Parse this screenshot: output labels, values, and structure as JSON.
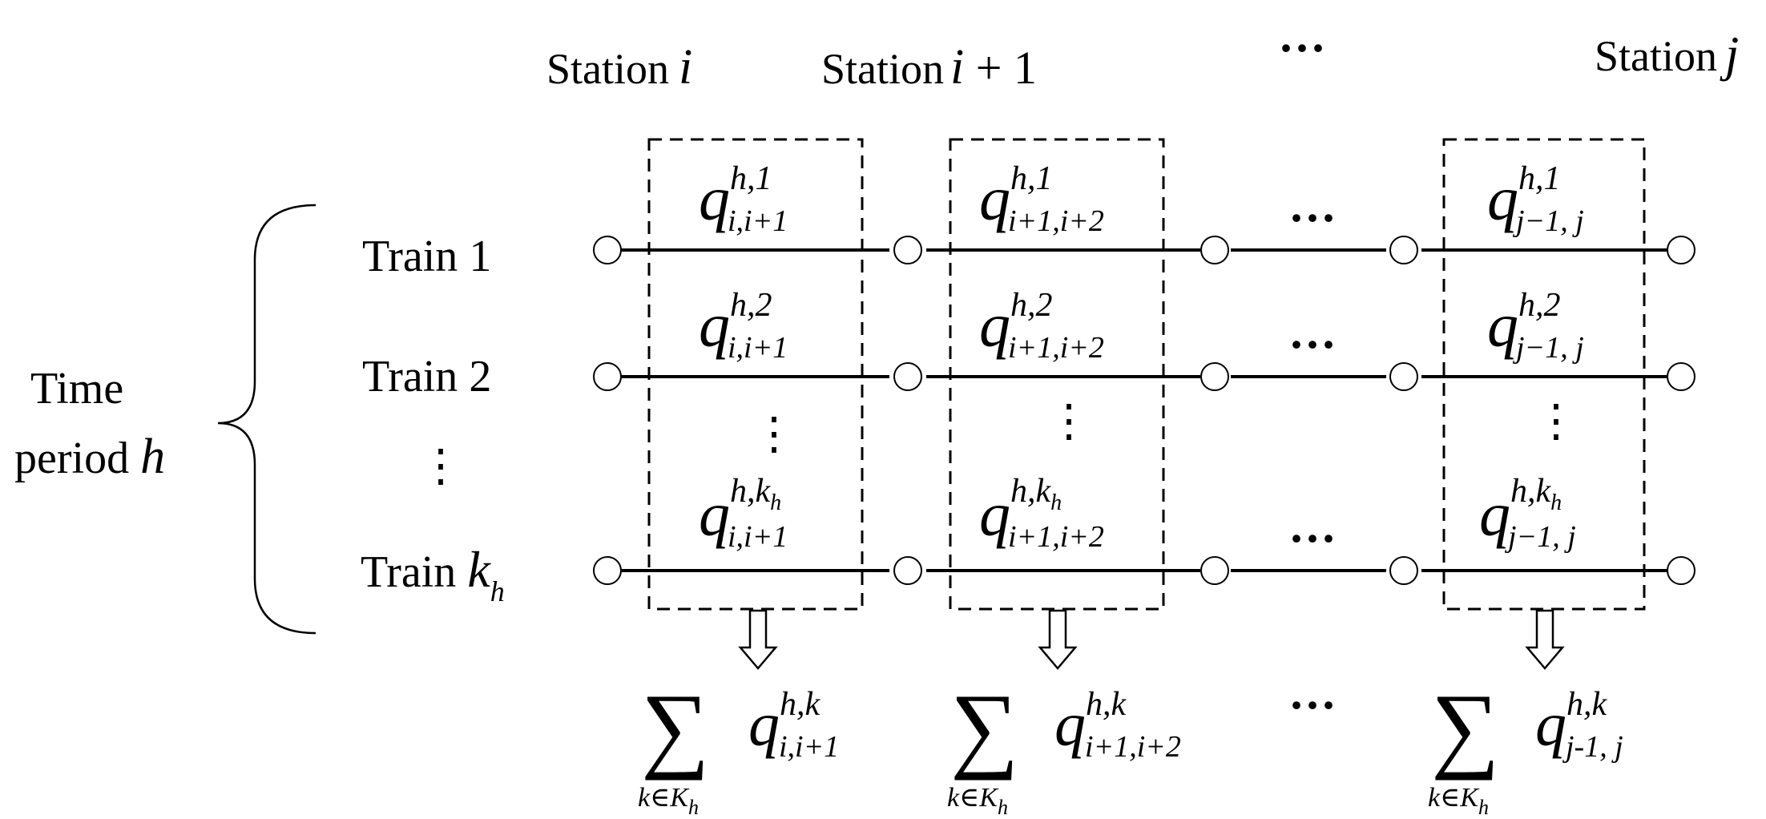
{
  "stations": {
    "first": {
      "prefix": "Station",
      "var": "i"
    },
    "second": {
      "prefix": "Station",
      "var": "i",
      "rest": " + 1"
    },
    "ellipsis": "···",
    "last": {
      "prefix": "Station",
      "var": "j"
    }
  },
  "period": {
    "word1": "Time",
    "word2": "period",
    "var": "h"
  },
  "trains": {
    "t1": {
      "word": "Train",
      "num": "1"
    },
    "t2": {
      "word": "Train",
      "num": "2"
    },
    "vdots": "⋮",
    "tk": {
      "word": "Train",
      "var": "k",
      "sub": "h"
    }
  },
  "flows": {
    "col1": {
      "r1": {
        "sym": "q",
        "sup": "h,1",
        "sub": "i,i+1"
      },
      "r2": {
        "sym": "q",
        "sup": "h,2",
        "sub": "i,i+1"
      },
      "r3": {
        "sym": "q",
        "sup": "h,k",
        "supsub": "h",
        "sub": "i,i+1"
      }
    },
    "col2": {
      "r1": {
        "sym": "q",
        "sup": "h,1",
        "sub": "i+1,i+2"
      },
      "r2": {
        "sym": "q",
        "sup": "h,2",
        "sub": "i+1,i+2"
      },
      "r3": {
        "sym": "q",
        "sup": "h,k",
        "supsub": "h",
        "sub": "i+1,i+2"
      }
    },
    "col3": {
      "r1": {
        "sym": "q",
        "sup": "h,1",
        "sub": "j−1, j"
      },
      "r2": {
        "sym": "q",
        "sup": "h,2",
        "sub": "j−1, j"
      },
      "r3": {
        "sym": "q",
        "sup": "h,k",
        "supsub": "h",
        "sub": "j−1, j"
      }
    },
    "vdots": "⋮",
    "hdots": "···"
  },
  "sums": {
    "sigma": "∑",
    "under": "k∈K",
    "under_sub": "h",
    "s1": {
      "sym": "q",
      "sup": "h,k",
      "sub": "i,i+1"
    },
    "s2": {
      "sym": "q",
      "sup": "h,k",
      "sub": "i+1,i+2"
    },
    "s3": {
      "sym": "q",
      "sup": "h,k",
      "sub": "j-1, j"
    },
    "ellipsis": "···"
  }
}
